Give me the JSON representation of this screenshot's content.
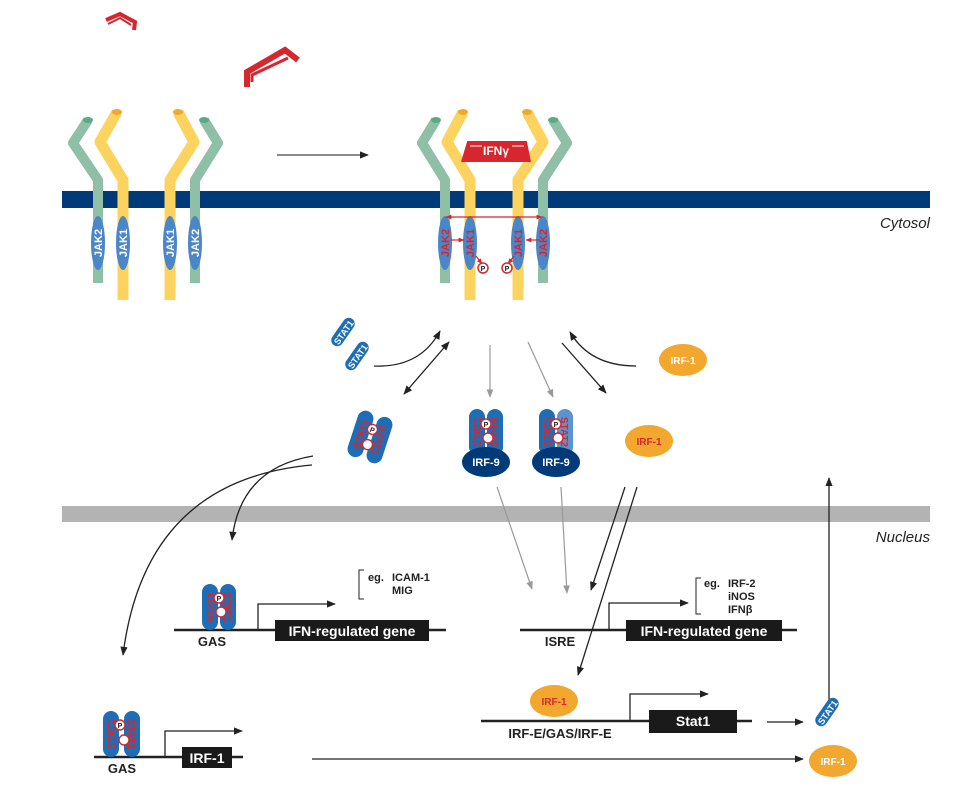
{
  "title": "IFN-gamma JAK-STAT signaling pathway",
  "compartments": {
    "cytosol": "Cytosol",
    "nucleus": "Nucleus"
  },
  "ligand": {
    "label": "IFNγ"
  },
  "receptor": {
    "jak1": "JAK1",
    "jak2": "JAK2",
    "phospho": "P"
  },
  "proteins": {
    "stat1": "STAT1",
    "stat2": "STAT2",
    "irf9": "IRF-9",
    "irf1": "IRF-1",
    "phospho": "P"
  },
  "genes": {
    "gas_label": "GAS",
    "isre_label": "ISRE",
    "irfe_label": "IRF-E/GAS/IRF-E",
    "ifn_regulated_gene": "IFN-regulated gene",
    "irf1_gene": "IRF-1",
    "stat1_gene": "Stat1"
  },
  "examples_gas": {
    "prefix": "eg.",
    "items": [
      "ICAM-1",
      "MIG"
    ]
  },
  "examples_isre": {
    "prefix": "eg.",
    "items": [
      "IRF-2",
      "iNOS",
      "IFNβ"
    ]
  },
  "colors": {
    "membrane": "#003a78",
    "nuclear_membrane": "#b3b3b3",
    "receptor_green": "#8fbfa6",
    "receptor_yellow": "#fdd35f",
    "jak_blue": "#4b86c8",
    "stat_blue": "#1f6db5",
    "stat2_blue": "#5b93cf",
    "irf9_navy": "#003a78",
    "irf1_orange": "#f2a72e",
    "ligand_red": "#d7262e",
    "text_red": "#d7262e",
    "gene_box": "#1a1a1a"
  }
}
